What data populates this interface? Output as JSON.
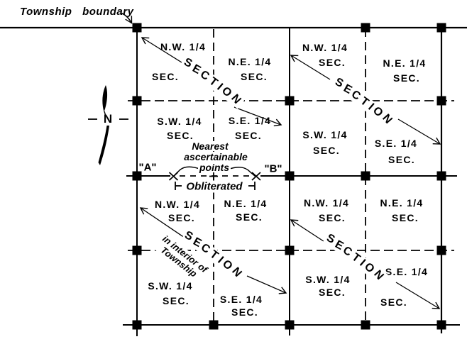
{
  "colors": {
    "ink": "#000000",
    "paper": "#ffffff"
  },
  "labels": {
    "township_boundary": "Township boundary",
    "north": "N",
    "point_a": "\"A\"",
    "point_b": "\"B\"",
    "nearest_line1": "Nearest",
    "nearest_line2": "ascertainable",
    "nearest_line3": "points",
    "obliterated": "Obliterated"
  },
  "symbols": {
    "north_arrow": "compass-north-arrow",
    "corner_marker": "filled-square-monument",
    "ascertainable_point": "x-mark",
    "obliterated_corner": "cross-tick"
  },
  "sections": [
    {
      "name": "upper-left",
      "diagonal": "SECTION",
      "quarters": [
        {
          "q": "NW",
          "l1": "N.W. 1/4",
          "l2": "SEC."
        },
        {
          "q": "NE",
          "l1": "N.E. 1/4",
          "l2": "SEC."
        },
        {
          "q": "SW",
          "l1": "S.W. 1/4",
          "l2": "SEC."
        },
        {
          "q": "SE",
          "l1": "S.E. 1/4",
          "l2": "SEC."
        }
      ]
    },
    {
      "name": "upper-right",
      "diagonal": "SECTION",
      "quarters": [
        {
          "q": "NW",
          "l1": "N.W. 1/4",
          "l2": "SEC."
        },
        {
          "q": "NE",
          "l1": "N.E. 1/4",
          "l2": "SEC."
        },
        {
          "q": "SW",
          "l1": "S.W. 1/4",
          "l2": "SEC."
        },
        {
          "q": "SE",
          "l1": "S.E. 1/4",
          "l2": "SEC."
        }
      ]
    },
    {
      "name": "lower-left",
      "diagonal": "SECTION",
      "interior_note": [
        "in interior of",
        "Township"
      ],
      "quarters": [
        {
          "q": "NW",
          "l1": "N.W. 1/4",
          "l2": "SEC."
        },
        {
          "q": "NE",
          "l1": "N.E. 1/4",
          "l2": "SEC."
        },
        {
          "q": "SW",
          "l1": "S.W. 1/4",
          "l2": "SEC."
        },
        {
          "q": "SE",
          "l1": "S.E. 1/4",
          "l2": "SEC."
        }
      ]
    },
    {
      "name": "lower-right",
      "diagonal": "SECTION",
      "quarters": [
        {
          "q": "NW",
          "l1": "N.W. 1/4",
          "l2": "SEC."
        },
        {
          "q": "NE",
          "l1": "N.E. 1/4",
          "l2": "SEC."
        },
        {
          "q": "SW",
          "l1": "S.W. 1/4",
          "l2": "SEC."
        },
        {
          "q": "SE",
          "l1": "S.E. 1/4",
          "l2": "SEC."
        }
      ]
    }
  ]
}
